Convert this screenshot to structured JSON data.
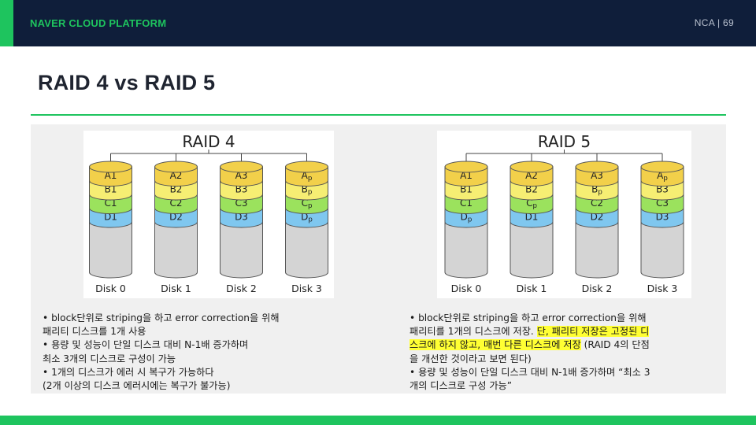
{
  "header": {
    "brand": "NAVER CLOUD PLATFORM",
    "page": "NCA  |  69"
  },
  "slide": {
    "title": "RAID 4 vs RAID 5"
  },
  "raid4": {
    "title": "RAID 4",
    "disks": [
      {
        "label": "Disk 0",
        "blocks": [
          "A1",
          "B1",
          "C1",
          "D1"
        ]
      },
      {
        "label": "Disk 1",
        "blocks": [
          "A2",
          "B2",
          "C2",
          "D2"
        ]
      },
      {
        "label": "Disk 2",
        "blocks": [
          "A3",
          "B3",
          "C3",
          "D3"
        ]
      },
      {
        "label": "Disk 3",
        "blocks": [
          "Ap",
          "Bp",
          "Cp",
          "Dp"
        ]
      }
    ],
    "notes": [
      "•  block단위로 striping을 하고 error correction을 위해",
      "패리티 디스크를 1개 사용",
      "•  용량 및 성능이 단일 디스크 대비 N-1배 증가하며",
      "최소 3개의 디스크로 구성이 가능",
      "•  1개의 디스크가 에러 시 복구가 가능하다",
      "(2개 이상의 디스크 에러시에는 복구가 불가능)"
    ]
  },
  "raid5": {
    "title": "RAID 5",
    "disks": [
      {
        "label": "Disk 0",
        "blocks": [
          "A1",
          "B1",
          "C1",
          "Dp"
        ]
      },
      {
        "label": "Disk 1",
        "blocks": [
          "A2",
          "B2",
          "Cp",
          "D1"
        ]
      },
      {
        "label": "Disk 2",
        "blocks": [
          "A3",
          "Bp",
          "C2",
          "D2"
        ]
      },
      {
        "label": "Disk 3",
        "blocks": [
          "Ap",
          "B3",
          "C3",
          "D3"
        ]
      }
    ],
    "notes": {
      "l1": "•  block단위로 striping을 하고 error correction을 위해",
      "l2a": "패리티를 1개의 디스크에 저장. ",
      "l2b": "단, 패리티 저장은 고정된 디",
      "l3a": "스크에 하지 않고, 매번 다른 디스크에 저장",
      "l3b": " (RAID 4의 단점",
      "l4": "을 개선한 것이라고 보면 된다)",
      "l5": "•  용량 및 성능이 단일 디스크 대비 N-1배 증가하며 “최소 3",
      "l6": "개의 디스크로 구성 가능”"
    }
  },
  "colors": {
    "navy": "#0f1e3a",
    "green": "#1ec45e",
    "stripeA": "#f2d04a",
    "stripeB": "#f6ee73",
    "stripeC": "#9be25d",
    "stripeD": "#7fc7ef",
    "diskBody": "#d4d4d4",
    "highlight": "#ffff33"
  }
}
